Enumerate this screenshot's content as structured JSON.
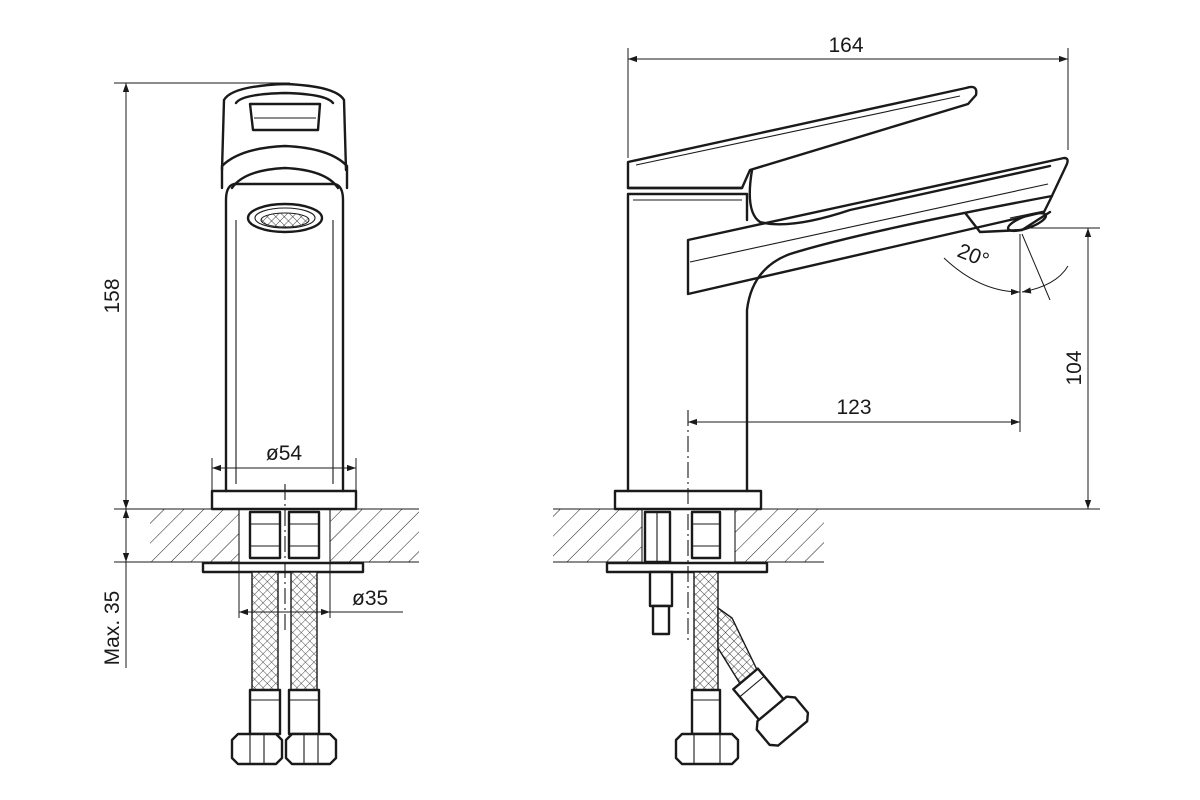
{
  "dimensions": {
    "overall_width": "164",
    "overall_height": "158",
    "spout_height": "104",
    "spout_reach": "123",
    "base_diameter": "ø54",
    "hole_diameter": "ø35",
    "max_thickness": "Max. 35",
    "spout_angle": "20°"
  }
}
